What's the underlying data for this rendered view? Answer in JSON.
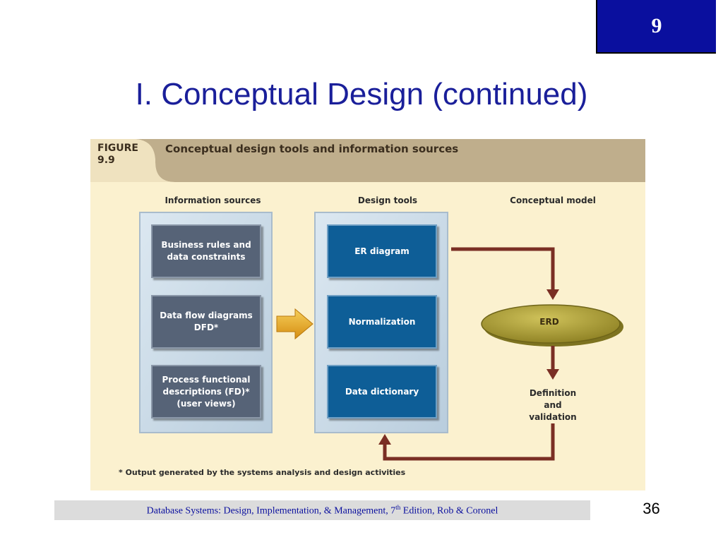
{
  "slide": {
    "chapter": "9",
    "title": "I. Conceptual Design (continued)",
    "page_number": "36",
    "footer": {
      "text_before": "Database Systems: Design, Implementation, & Management, 7",
      "superscript": "th",
      "text_after": " Edition, Rob & Coronel"
    }
  },
  "figure": {
    "label": "FIGURE\n9.9",
    "title": "Conceptual design tools and information sources",
    "columns": {
      "sources": "Information sources",
      "tools": "Design tools",
      "model": "Conceptual model"
    },
    "sources": [
      "Business rules and\ndata constraints",
      "Data flow diagrams\nDFD*",
      "Process functional\ndescriptions (FD)*\n(user views)"
    ],
    "tools": [
      "ER diagram",
      "Normalization",
      "Data dictionary"
    ],
    "erd": "ERD",
    "definition": "Definition\nand\nvalidation",
    "footnote": "* Output generated by the systems analysis and design activities",
    "colors": {
      "background": "#fbf1cf",
      "header": "#bfae8c",
      "source_box": "#566377",
      "tool_box": "#0e5e97",
      "panel": "#c9d9e6",
      "connector": "#7a2f24",
      "ellipse": "#a89a2c",
      "arrow": "#e8a51c"
    }
  }
}
